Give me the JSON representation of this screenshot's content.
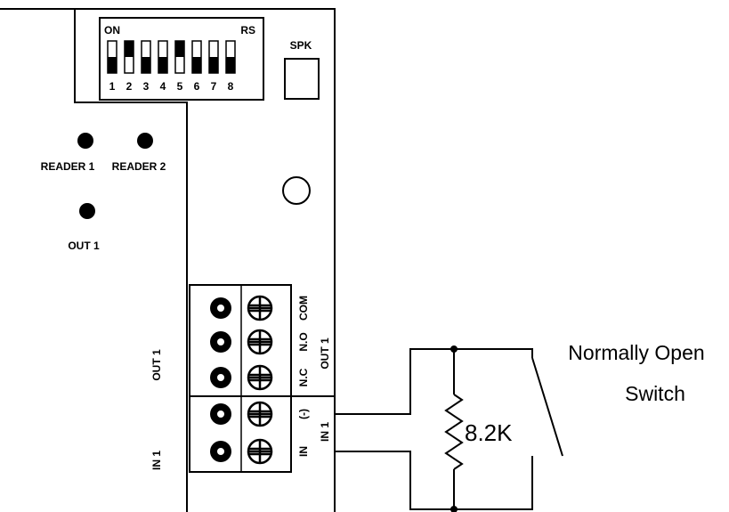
{
  "dip_switch": {
    "on_label": "ON",
    "rs_label": "RS",
    "numbers": [
      "1",
      "2",
      "3",
      "4",
      "5",
      "6",
      "7",
      "8"
    ],
    "positions": [
      "down",
      "up",
      "down",
      "down",
      "up",
      "down",
      "down",
      "down"
    ]
  },
  "speaker_label": "SPK",
  "leds": {
    "reader1": "READER 1",
    "reader2": "READER 2",
    "out1": "OUT 1"
  },
  "terminal_block": {
    "group_out_label": "OUT 1",
    "group_in_label": "IN 1",
    "pins_out": [
      "COM",
      "N.O",
      "N.C"
    ],
    "pins_in": [
      "(-)",
      "IN"
    ],
    "right_out_label": "OUT 1",
    "right_in_label": "IN 1"
  },
  "resistor_value": "8.2K",
  "switch_caption": {
    "line1": "Normally Open",
    "line2": "Switch"
  },
  "colors": {
    "ink": "#000000",
    "paper": "#ffffff"
  }
}
